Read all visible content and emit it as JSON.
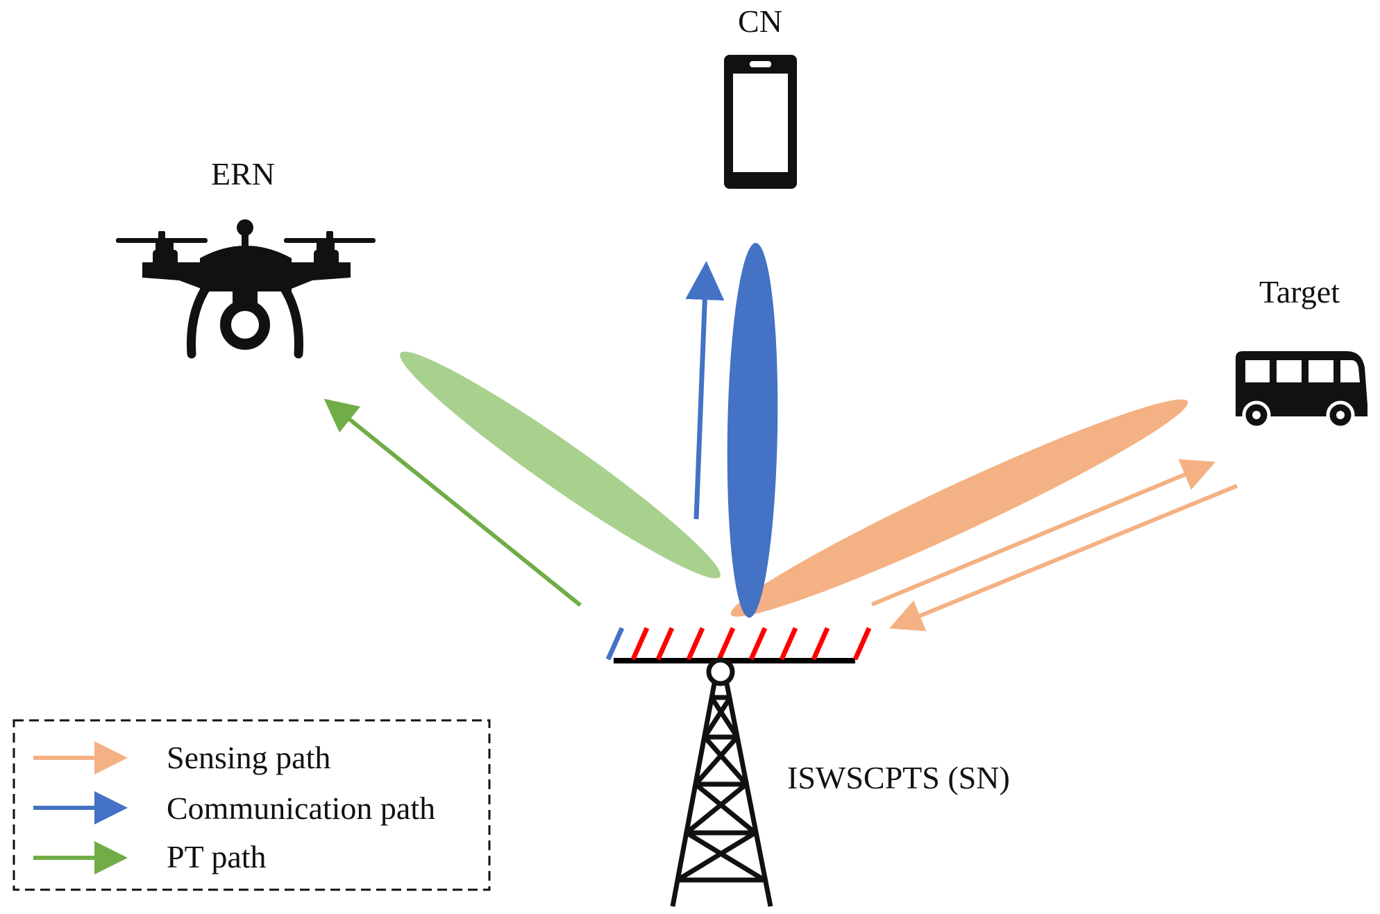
{
  "nodes": {
    "cn": {
      "label": "CN",
      "icon": "smartphone-icon"
    },
    "ern": {
      "label": "ERN",
      "icon": "drone-icon"
    },
    "target": {
      "label": "Target",
      "icon": "bus-icon"
    },
    "sn": {
      "label": "ISWSCPTS (SN)",
      "icon": "base-station-tower-icon"
    }
  },
  "beams": {
    "pt": {
      "color": "#a9d18e"
    },
    "communication": {
      "color": "#4472c4"
    },
    "sensing": {
      "color": "#f4b183"
    }
  },
  "legend": {
    "items": [
      {
        "label": "Sensing path",
        "color": "#f4b183"
      },
      {
        "label": "Communication path",
        "color": "#4472c4"
      },
      {
        "label": "PT path",
        "color": "#70ad47"
      }
    ]
  },
  "colors": {
    "sensing": "#f4b183",
    "communication": "#4472c4",
    "pt": "#70ad47",
    "antenna_elements": "#ff0000",
    "icons": "#111111"
  }
}
